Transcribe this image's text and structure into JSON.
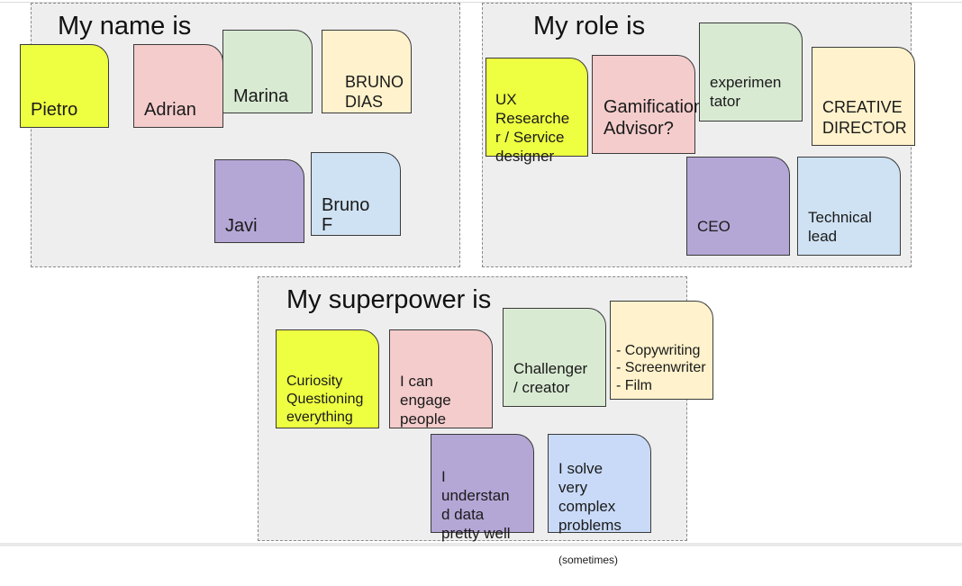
{
  "colors": {
    "yellow": "#eeff41",
    "pink": "#f4cccc",
    "green": "#d9ead3",
    "peach": "#fff2cc",
    "purple": "#b4a7d6",
    "blue": "#cfe2f3",
    "blue_alt": "#c9daf8",
    "frame_bg": "#eeeeee"
  },
  "frames": {
    "name": {
      "title": "My name is"
    },
    "role": {
      "title": "My role is"
    },
    "superpower": {
      "title": "My superpower is"
    }
  },
  "notes": {
    "name": {
      "pietro": "Pietro",
      "adrian": "Adrian",
      "marina": "Marina",
      "bruno_dias": "BRUNO\nDIAS",
      "javi": "Javi",
      "bruno_f": "Bruno\nF"
    },
    "role": {
      "ux": "UX\nResearche\nr / Service\ndesigner",
      "gamification": "Gamification\nAdvisor?",
      "experimentator": "experimen\ntator",
      "creative_director": "CREATIVE\nDIRECTOR",
      "ceo": "CEO",
      "technical_lead": "Technical\nlead"
    },
    "superpower": {
      "curiosity": "Curiosity\nQuestioning\neverything",
      "engage": "I can\nengage\npeople",
      "challenger": "Challenger\n/ creator",
      "copywriting": "- Copywriting\n- Screenwriter\n- Film",
      "data": "I\nunderstan\nd data\npretty well",
      "complex": "I solve\nvery\ncomplex\nproblems",
      "complex_small": "(sometimes)"
    }
  }
}
